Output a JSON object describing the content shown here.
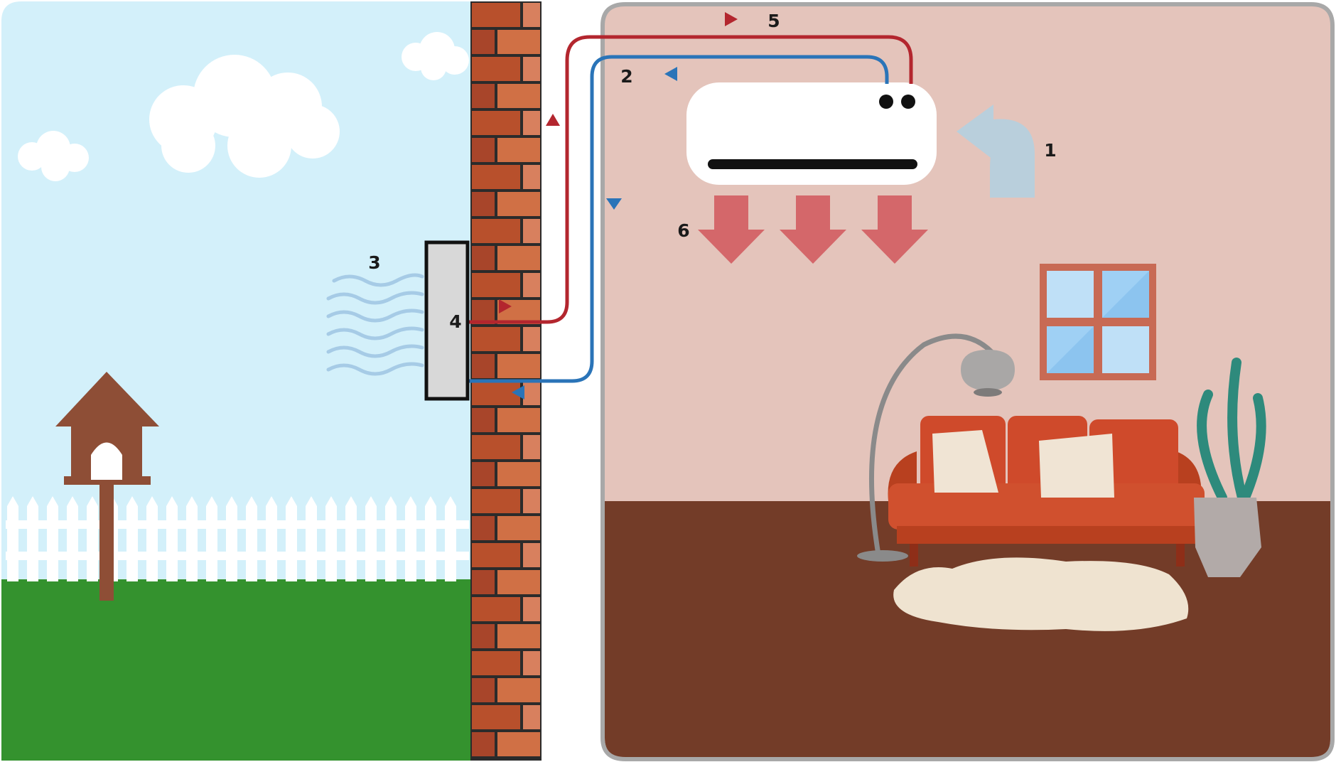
{
  "labels": {
    "label_1": "1",
    "label_2": "2",
    "label_3": "3",
    "label_4": "4",
    "label_5": "5",
    "label_6": "6"
  },
  "colors": {
    "sky": "#d3f0fa",
    "grass": "#34922e",
    "fence": "#ffffff",
    "brick_light": "#c86540",
    "brick_dark": "#8e3a20",
    "mortar": "#2b2b2b",
    "room_wall": "#e4c4bb",
    "room_floor": "#733c28",
    "room_border": "#a8a8a8",
    "hot_pipe": "#b3262e",
    "cold_pipe": "#2a74b8",
    "warm_air_arrow": "#d4676a",
    "return_air_arrow": "#b9cfdc",
    "sofa": "#cf4a2b",
    "cushion": "#f0e4d4",
    "window_frame": "#c86a54",
    "window_glass": "#9fd0f4",
    "plant": "#2e8a7c",
    "pot": "#b2aaa8",
    "rug": "#efe3d0",
    "birdhouse": "#8e4e36"
  },
  "icons": {
    "indoor_unit": "air-conditioner-icon",
    "outdoor_unit": "heat-pump-icon",
    "return_air": "return-air-arrow-icon",
    "warm_air": "warm-air-arrow-icon",
    "exhaust_air": "air-wave-icon"
  }
}
